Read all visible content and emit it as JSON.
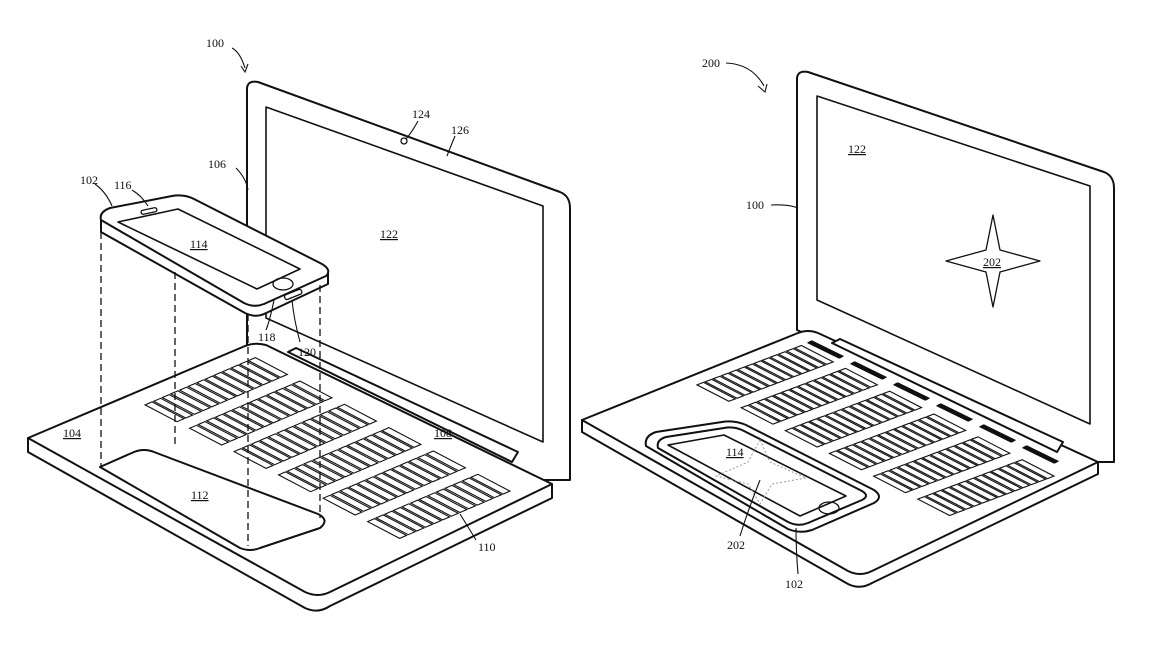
{
  "figure_a": {
    "labels": {
      "ref_100": "100",
      "ref_102": "102",
      "ref_104": "104",
      "ref_106": "106",
      "ref_108": "108",
      "ref_110": "110",
      "ref_112": "112",
      "ref_114": "114",
      "ref_116": "116",
      "ref_118": "118",
      "ref_120": "120",
      "ref_122": "122",
      "ref_124": "124",
      "ref_126": "126"
    }
  },
  "figure_b": {
    "labels": {
      "ref_200": "200",
      "ref_100": "100",
      "ref_122": "122",
      "ref_202_screen": "202",
      "ref_114": "114",
      "ref_202_phone": "202",
      "ref_102": "102"
    }
  },
  "colors": {
    "line": "#111111",
    "background": "#ffffff",
    "faint": "#9a9a9a"
  },
  "keyboard": {
    "rows": 6,
    "cols": 13
  }
}
